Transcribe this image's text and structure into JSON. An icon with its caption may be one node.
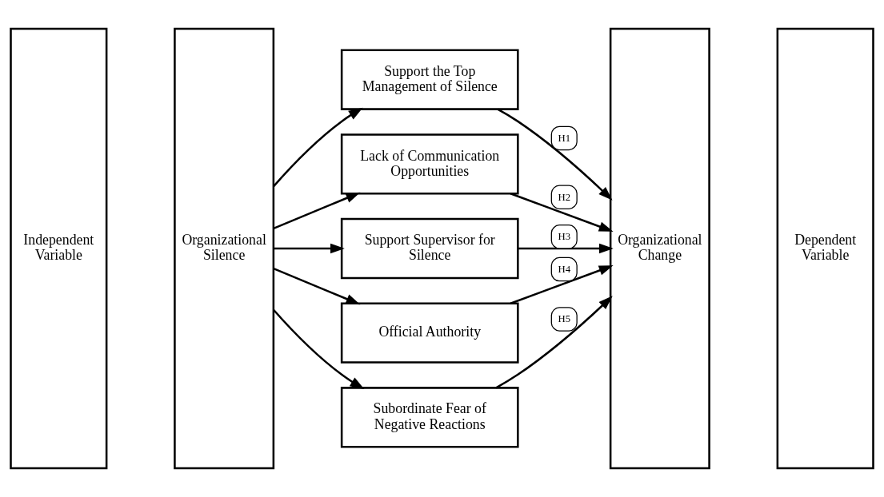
{
  "diagram": {
    "nodes": [
      {
        "text": [
          "Independent Variable"
        ]
      },
      {
        "text": [
          "Organizational Silence"
        ]
      },
      {
        "text": [
          "Support the Top Management of Silence"
        ]
      },
      {
        "text": [
          "Lack of Communication Opportunities"
        ]
      },
      {
        "text": [
          "Support Supervisor for Silence"
        ]
      },
      {
        "text": [
          "Official Authority"
        ]
      },
      {
        "text": [
          "Subordinate Fear of Negative Reactions"
        ]
      },
      {
        "text": [
          "Organizational Change"
        ]
      },
      {
        "text": [
          "Dependent Variable"
        ]
      }
    ],
    "edges": [
      {
        "from": 1,
        "to": 2,
        "arrow": "to"
      },
      {
        "from": 1,
        "to": 3,
        "arrow": "to"
      },
      {
        "from": 1,
        "to": 4,
        "arrow": "to"
      },
      {
        "from": 1,
        "to": 5,
        "arrow": "to"
      },
      {
        "from": 1,
        "to": 6,
        "arrow": "to"
      },
      {
        "from": 2,
        "to": 7,
        "arrow": "to",
        "label": "H1"
      },
      {
        "from": 3,
        "to": 7,
        "arrow": "to",
        "label": "H2"
      },
      {
        "from": 4,
        "to": 7,
        "arrow": "to",
        "label": "H3"
      },
      {
        "from": 5,
        "to": 7,
        "arrow": "to",
        "label": "H4"
      },
      {
        "from": 6,
        "to": 7,
        "arrow": "to",
        "label": "H5"
      }
    ]
  }
}
